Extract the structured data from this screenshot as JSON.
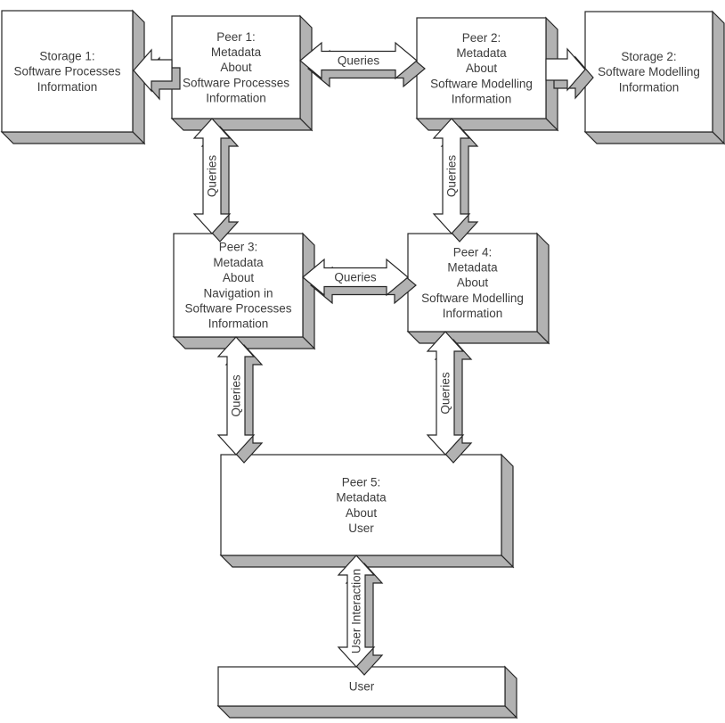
{
  "diagram": {
    "colors": {
      "background": "#ffffff",
      "box_fill": "#ffffff",
      "extrusion_gray": "#b2b2b2",
      "outline": "#262626",
      "text": "#3c3c3c"
    },
    "nodes": [
      {
        "id": "storage-1",
        "lines": [
          "Storage 1:",
          "Software Processes",
          "Information"
        ]
      },
      {
        "id": "peer-1",
        "lines": [
          "Peer 1:",
          "Metadata",
          "About",
          "Software Processes",
          "Information"
        ]
      },
      {
        "id": "peer-2",
        "lines": [
          "Peer 2:",
          "Metadata",
          "About",
          "Software Modelling",
          "Information"
        ]
      },
      {
        "id": "storage-2",
        "lines": [
          "Storage 2:",
          "Software Modelling",
          "Information"
        ]
      },
      {
        "id": "peer-3",
        "lines": [
          "Peer 3:",
          "Metadata",
          "About",
          "Navigation in",
          "Software Processes",
          "Information"
        ]
      },
      {
        "id": "peer-4",
        "lines": [
          "Peer 4:",
          "Metadata",
          "About",
          "Software Modelling",
          "Information"
        ]
      },
      {
        "id": "peer-5",
        "lines": [
          "Peer 5:",
          "Metadata",
          "About",
          "User"
        ]
      },
      {
        "id": "user",
        "lines": [
          "User"
        ]
      }
    ],
    "connectors": [
      {
        "id": "storage1-peer1",
        "label": ""
      },
      {
        "id": "peer1-peer2",
        "label": "Queries"
      },
      {
        "id": "peer2-storage2",
        "label": ""
      },
      {
        "id": "peer1-peer3",
        "label": "Queries"
      },
      {
        "id": "peer2-peer4",
        "label": "Queries"
      },
      {
        "id": "peer3-peer4",
        "label": "Queries"
      },
      {
        "id": "peer3-peer5",
        "label": "Queries"
      },
      {
        "id": "peer4-peer5",
        "label": "Queries"
      },
      {
        "id": "peer5-user",
        "label": "User Interaction"
      }
    ]
  }
}
